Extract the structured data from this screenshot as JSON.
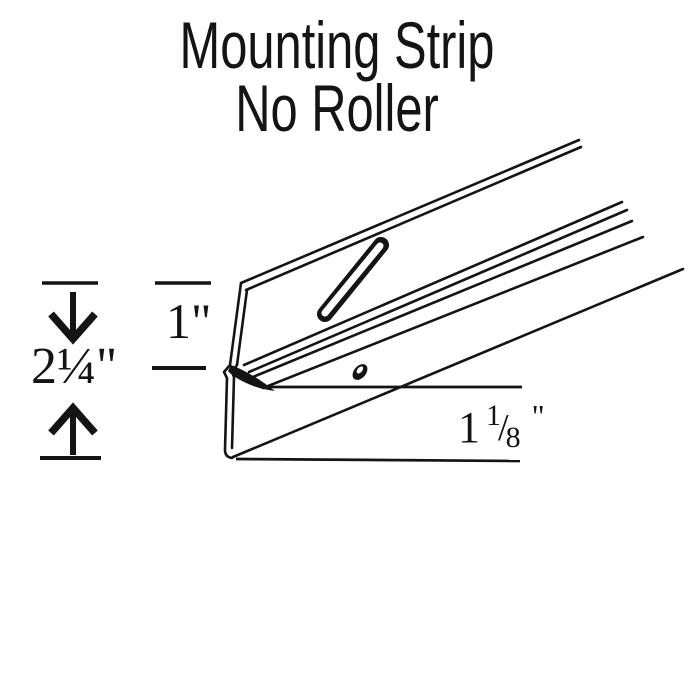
{
  "title": {
    "line1": "Mounting Strip",
    "line2": "No Roller"
  },
  "dimensions": {
    "overall_height": "2¼\"",
    "top_section_height": "1\"",
    "flange_width": {
      "whole": "1",
      "numerator": "1",
      "slash": "/",
      "denominator": "8",
      "unit": "\""
    }
  },
  "colors": {
    "ink": "#141414",
    "background": "#ffffff"
  }
}
